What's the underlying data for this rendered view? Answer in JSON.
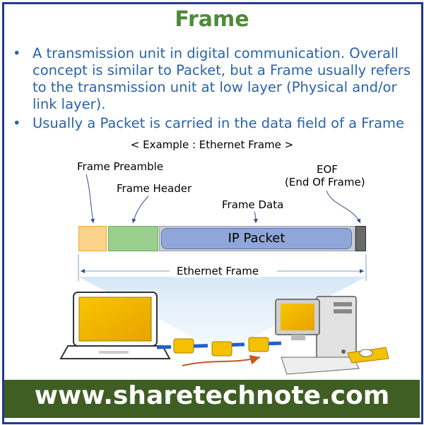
{
  "title": "Frame",
  "bullets": [
    "A transmission unit in digital communication. Overall concept is similar to Packet, but a Frame usually refers to the transmission unit at low layer (Physical and/or link layer).",
    "Usually a Packet is carried in the data field of a Frame"
  ],
  "diagram": {
    "example_title": "< Example : Ethernet Frame >",
    "labels": {
      "preamble": "Frame Preamble",
      "header": "Frame Header",
      "data": "Frame Data",
      "eof_line1": "EOF",
      "eof_line2": "(End Of Frame)",
      "ip_packet": "IP Packet",
      "ethernet_frame": "Ethernet Frame"
    },
    "icons": [
      "laptop-icon",
      "desktop-computer-icon",
      "packet-icon",
      "arrow-icon"
    ],
    "colors": {
      "preamble": "#fcd38a",
      "header": "#9bcf8e",
      "data_field": "#c9ccd1",
      "ip_packet": "#8fa6d8",
      "eof": "#6a6a6a",
      "packet_blocks": "#f5c000"
    }
  },
  "footer": {
    "brand": "www.sharetechnote.com"
  },
  "theme": {
    "title_color": "#4e8a3a",
    "bullet_color": "#2a63a8",
    "border_color": "#1f3a87",
    "footer_bg": "#3f5e24"
  }
}
